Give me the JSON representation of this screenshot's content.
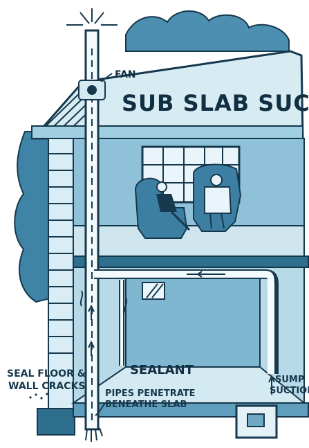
{
  "diagram": {
    "title": "SUB SLAB SUCTION",
    "labels": {
      "fan": "FAN",
      "seal_cracks_line1": "SEAL FLOOR &",
      "seal_cracks_line2": "WALL CRACKS",
      "sealant": "SEALANT",
      "pipes_line1": "PIPES PENETRATE",
      "pipes_line2": "BENEATHE SLAB",
      "sump_line1": "SUMP",
      "sump_line2": "SUCTION"
    },
    "colors": {
      "ink": "#16384d",
      "light_blue": "#c3e0ec",
      "mid_blue": "#8dc3d9",
      "pale_blue": "#e6f3f8",
      "dark_blue": "#2f6f8e"
    }
  }
}
